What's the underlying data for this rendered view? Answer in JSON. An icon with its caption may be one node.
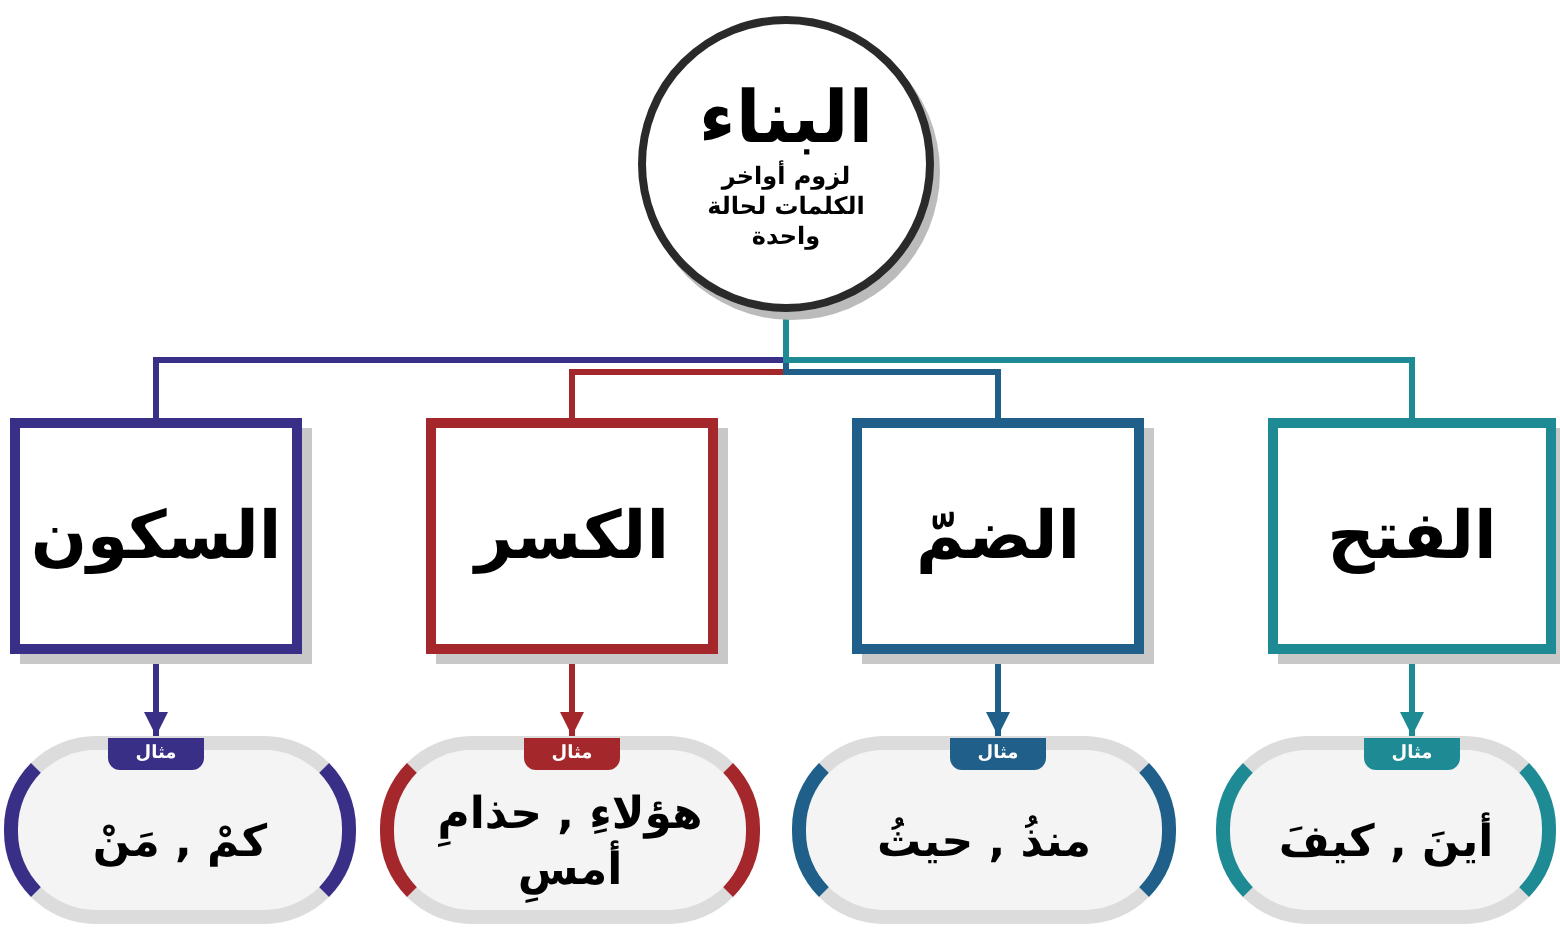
{
  "diagram": {
    "nodes": [
      {
        "text": [
          "البناء",
          "لزوم أواخر الكلمات لحالة واحدة"
        ]
      },
      {
        "text": [
          "السكون"
        ]
      },
      {
        "text": [
          "الكسر"
        ]
      },
      {
        "text": [
          "الضمّ"
        ]
      },
      {
        "text": [
          "الفتح"
        ]
      },
      {
        "text": [
          "مثال",
          "كمْ , مَنْ"
        ]
      },
      {
        "text": [
          "مثال",
          "هؤلاءِ , حذامِ أمسِ"
        ]
      },
      {
        "text": [
          "مثال",
          "منذُ , حيثُ"
        ]
      },
      {
        "text": [
          "مثال",
          "أينَ , كيفَ"
        ]
      }
    ],
    "edges": [
      {
        "from": 0,
        "to": 1,
        "arrow": "none",
        "color": "#3a2f86"
      },
      {
        "from": 0,
        "to": 2,
        "arrow": "none",
        "color": "#a3272b"
      },
      {
        "from": 0,
        "to": 3,
        "arrow": "none",
        "color": "#1f5f8a"
      },
      {
        "from": 0,
        "to": 4,
        "arrow": "none",
        "color": "#1e8a94"
      },
      {
        "from": 1,
        "to": 5,
        "arrow": "to",
        "color": "#3a2f86"
      },
      {
        "from": 2,
        "to": 6,
        "arrow": "to",
        "color": "#a3272b"
      },
      {
        "from": 3,
        "to": 7,
        "arrow": "to",
        "color": "#1f5f8a"
      },
      {
        "from": 4,
        "to": 8,
        "arrow": "to",
        "color": "#1e8a94"
      }
    ]
  }
}
